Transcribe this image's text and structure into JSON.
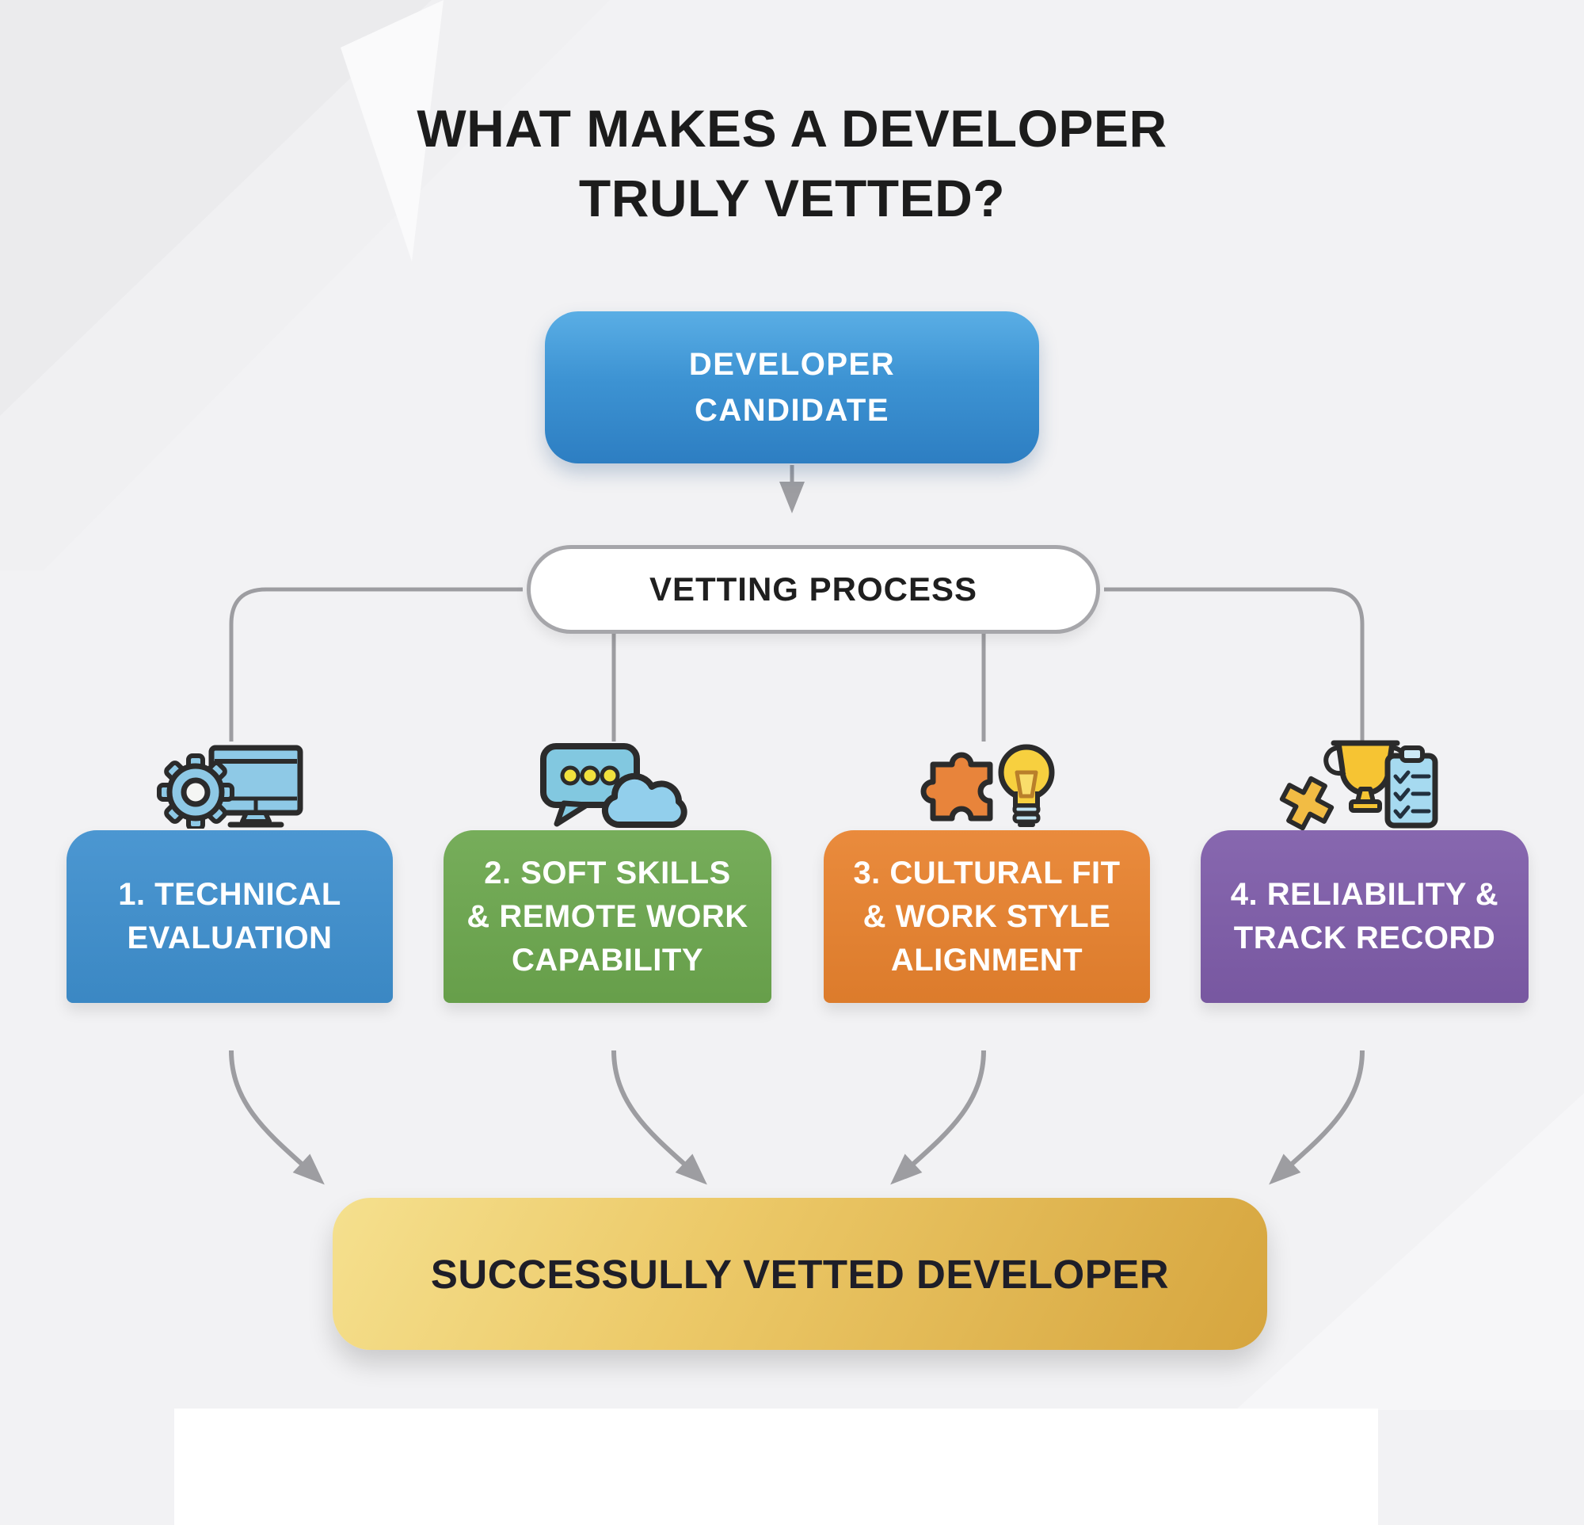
{
  "title": {
    "line1": "WHAT MAKES A DEVELOPER",
    "line2": "TRULY VETTED?"
  },
  "flow": {
    "candidate": {
      "line1": "DEVELOPER",
      "line2": "CANDIDATE",
      "color": "#3b8fd0"
    },
    "process": {
      "label": "VETTING PROCESS",
      "border_color": "#a6a6aa"
    },
    "connector_color": "#9d9da1",
    "criteria": [
      {
        "lines": [
          "1. TECHNICAL",
          "EVALUATION"
        ],
        "color": "#3e8fce",
        "icon": "gear-and-monitor"
      },
      {
        "lines": [
          "2. SOFT SKILLS",
          "& REMOTE WORK",
          "CAPABILITY"
        ],
        "color": "#6ca74e",
        "icon": "chat-bubble-and-cloud"
      },
      {
        "lines": [
          "3. CULTURAL FIT",
          "& WORK STYLE",
          "ALIGNMENT"
        ],
        "color": "#e8822e",
        "icon": "puzzle-and-lightbulb"
      },
      {
        "lines": [
          "4. RELIABILITY &",
          "TRACK RECORD"
        ],
        "color": "#7e5ca9",
        "icon": "cross-trophy-and-checklist"
      }
    ],
    "result": {
      "label": "SUCCESSULLY VETTED DEVELOPER",
      "color_top": "#f5e08e",
      "color_bottom": "#d6a53e"
    }
  }
}
